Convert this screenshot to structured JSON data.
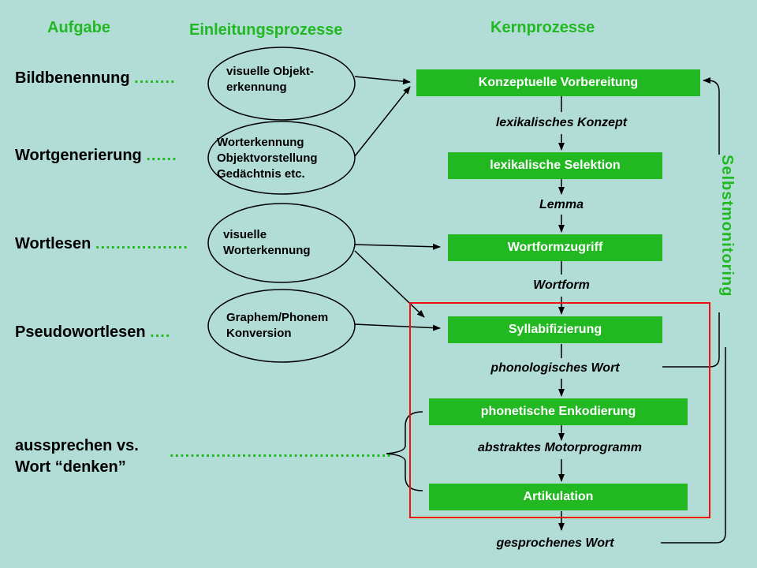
{
  "headers": {
    "task": "Aufgabe",
    "initial": "Einleitungsprozesse",
    "core": "Kernprozesse"
  },
  "tasks": [
    {
      "label": "Bildbenennung",
      "dots": "........"
    },
    {
      "label": "Wortgenerierung",
      "dots": "......"
    },
    {
      "label": "Wortlesen",
      "dots": ".................."
    },
    {
      "label": "Pseudowortlesen",
      "dots": "...."
    },
    {
      "label_line1": "aussprechen vs.",
      "label_line2": "Wort “denken”",
      "dots": "..........................................."
    }
  ],
  "initial_processes": [
    {
      "line1": "visuelle Objekt-",
      "line2": "erkennung"
    },
    {
      "line1": "Worterkennung",
      "line2": "Objektvorstellung",
      "line3": "Gedächtnis etc."
    },
    {
      "line1": "visuelle",
      "line2": "Worterkennung"
    },
    {
      "line1": "Graphem/Phonem",
      "line2": "Konversion"
    }
  ],
  "core_processes": [
    "Konzeptuelle Vorbereitung",
    "lexikalische Selektion",
    "Wortformzugriff",
    "Syllabifizierung",
    "phonetische Enkodierung",
    "Artikulation"
  ],
  "intermediate_outputs": [
    "lexikalisches Konzept",
    "Lemma",
    "Wortform",
    "phonologisches Wort",
    "abstraktes Motorprogramm",
    "gesprochenes Wort"
  ],
  "self_monitoring": "Selbstmonitoring",
  "colors": {
    "background": "#b2ddd6",
    "accent_green": "#22b822",
    "highlight_red": "#ee1111"
  }
}
